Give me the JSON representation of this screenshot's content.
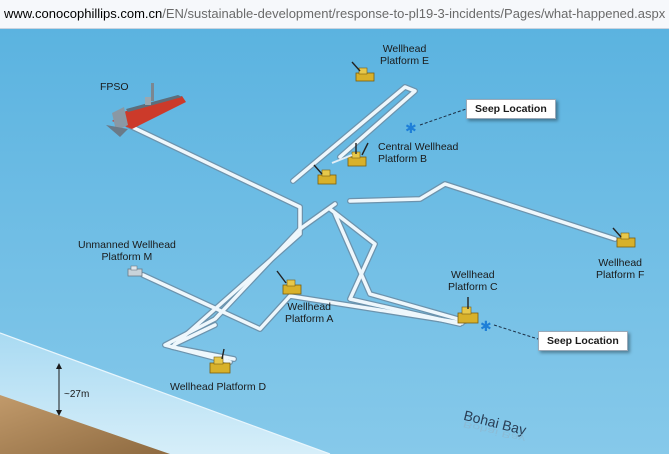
{
  "browser": {
    "url_host": "www.conocophillips.com.cn",
    "url_path": "/EN/sustainable-development/response-to-pl19-3-incidents/Pages/what-happened.aspx"
  },
  "diagram": {
    "labels": {
      "fpso": "FPSO",
      "platform_e_line1": "Wellhead",
      "platform_e_line2": "Platform E",
      "central_line1": "Central Wellhead",
      "central_line2": "Platform B",
      "platform_m_line1": "Unmanned Wellhead",
      "platform_m_line2": "Platform M",
      "platform_a_line1": "Wellhead",
      "platform_a_line2": "Platform A",
      "platform_c_line1": "Wellhead",
      "platform_c_line2": "Platform C",
      "platform_f_line1": "Wellhead",
      "platform_f_line2": "Platform F",
      "platform_d": "Wellhead Platform D",
      "seep_top": "Seep Location",
      "seep_bottom": "Seep Location",
      "depth": "~27m",
      "bay": "Bohai Bay"
    },
    "colors": {
      "sea": "#7cc2e6",
      "sea_light": "#a9d9f1",
      "pipeline": "#e2eef6",
      "platform": "#d8b12a",
      "seabed": "#b08a5d",
      "seep": "#1e7fd8"
    }
  }
}
